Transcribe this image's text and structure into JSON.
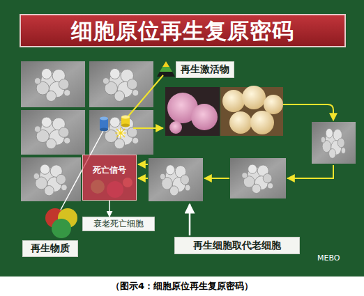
{
  "diagram": {
    "title": "细胞原位再生复原密码",
    "caption": "（图示4：细胞原位再生复原密码）",
    "nodes": [
      {
        "text": [
          "再生激活物"
        ]
      },
      {
        "text": [
          "死亡信号"
        ]
      },
      {
        "text": [
          "衰老死亡细胞"
        ]
      },
      {
        "text": [
          "再生物质"
        ]
      },
      {
        "text": [
          "再生细胞取代老细胞"
        ]
      }
    ],
    "edges": [
      {
        "from": 1,
        "to": 2,
        "arrow": "to"
      }
    ],
    "labels": [
      "MEBO"
    ]
  }
}
